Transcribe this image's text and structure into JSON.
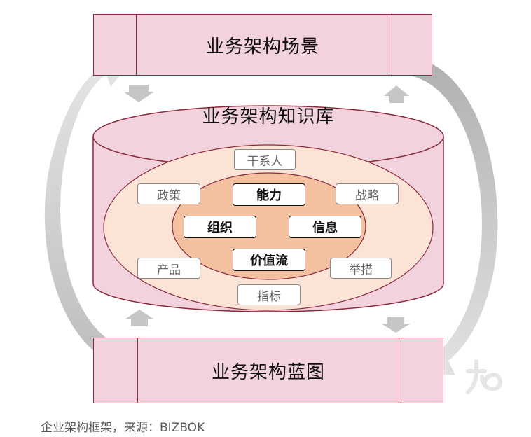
{
  "boxes": {
    "top": "业务架构场景",
    "bottom": "业务架构蓝图"
  },
  "knowledge_base": {
    "title": "业务架构知识库",
    "outer_items": {
      "top": "干系人",
      "upper_left": "政策",
      "upper_right": "战略",
      "lower_left": "产品",
      "lower_right": "举措",
      "bottom": "指标"
    },
    "core_items": {
      "top": "能力",
      "left": "组织",
      "right": "信息",
      "bottom": "价值流"
    }
  },
  "caption": "企业架构框架，来源：BIZBOK",
  "colors": {
    "box_fill": "#f2d2dc",
    "box_border": "#8a2a3c",
    "outer_ellipse": "#fbe3d6",
    "inner_ellipse": "#f4c1a0",
    "arrow_gray": "#c8c8c8"
  }
}
